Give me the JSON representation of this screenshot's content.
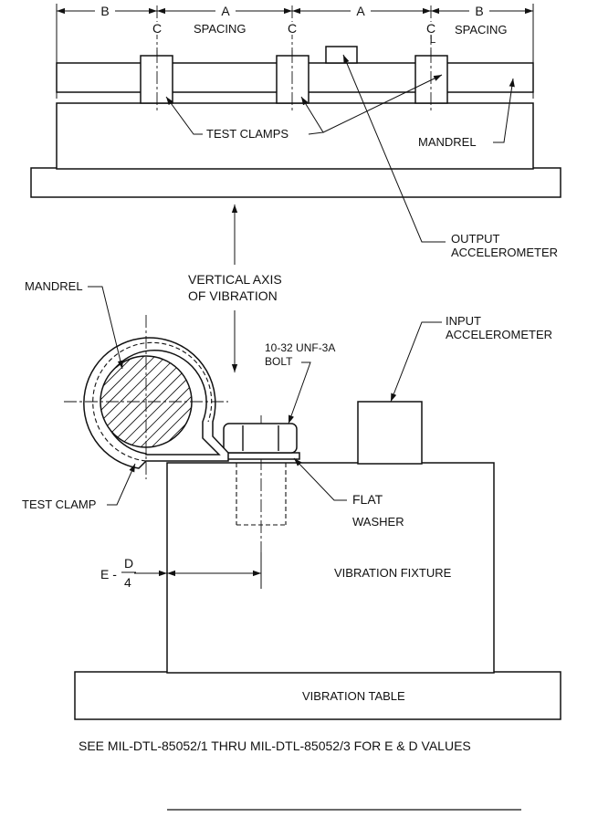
{
  "top_view": {
    "dim_b_left": "B",
    "dim_a_left": "A",
    "dim_a_right": "A",
    "dim_b_right": "B",
    "centerline_1": "C",
    "centerline_2": "C",
    "centerline_3": "C",
    "centerline_3_sub": "L",
    "spacing_left": "SPACING",
    "spacing_right": "SPACING",
    "test_clamps": "TEST CLAMPS",
    "mandrel": "MANDREL",
    "output_accel_1": "OUTPUT",
    "output_accel_2": "ACCELEROMETER"
  },
  "middle": {
    "vertical_axis_1": "VERTICAL AXIS",
    "vertical_axis_2": "OF VIBRATION"
  },
  "side_view": {
    "mandrel": "MANDREL",
    "input_accel_1": "INPUT",
    "input_accel_2": "ACCELEROMETER",
    "bolt_1": "10-32 UNF-3A",
    "bolt_2": "BOLT",
    "test_clamp": "TEST CLAMP",
    "flat": "FLAT",
    "washer": "WASHER",
    "e_label": "E -",
    "d_num": "D",
    "d_den": "4",
    "vibration_fixture": "VIBRATION  FIXTURE",
    "vibration_table": "VIBRATION TABLE"
  },
  "footnote": "SEE MIL-DTL-85052/1 THRU MIL-DTL-85052/3 FOR E & D VALUES"
}
